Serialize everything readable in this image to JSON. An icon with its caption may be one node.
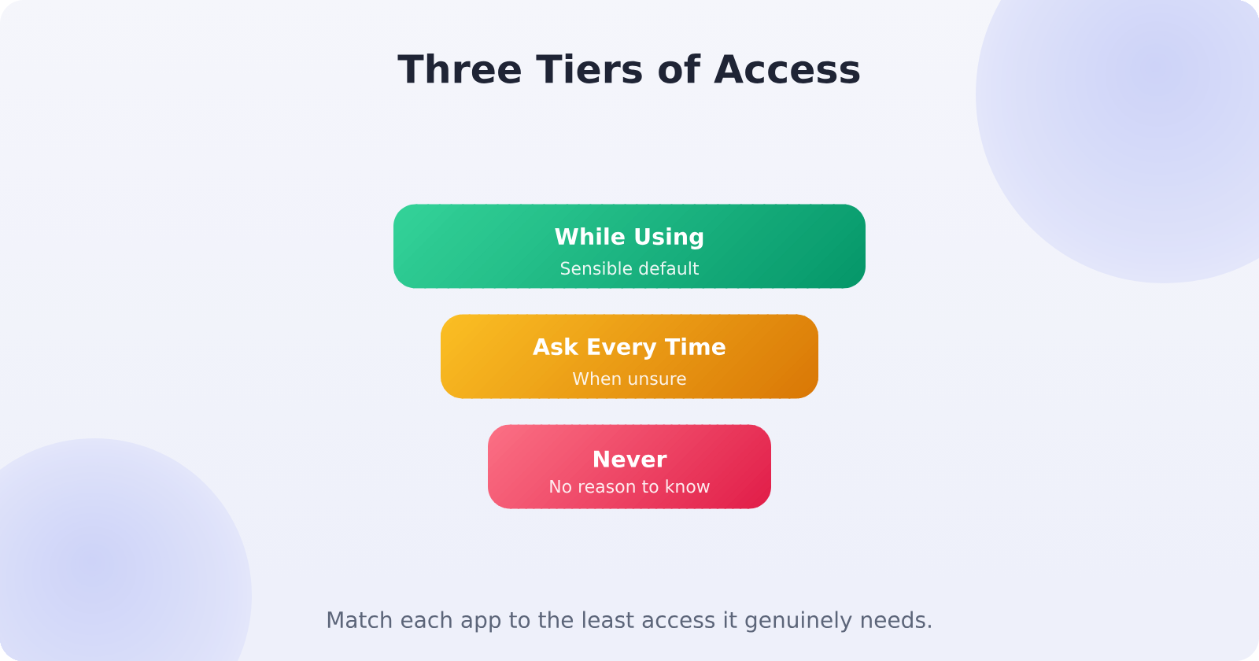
{
  "diagram": {
    "title": "Three Tiers of Access",
    "caption": "Match each app to the least access it genuinely needs.",
    "nodes": [
      {
        "text": [
          "While Using",
          "Sensible default"
        ]
      },
      {
        "text": [
          "Ask Every Time",
          "When unsure"
        ]
      },
      {
        "text": [
          "Never",
          "No reason to know"
        ]
      }
    ]
  }
}
